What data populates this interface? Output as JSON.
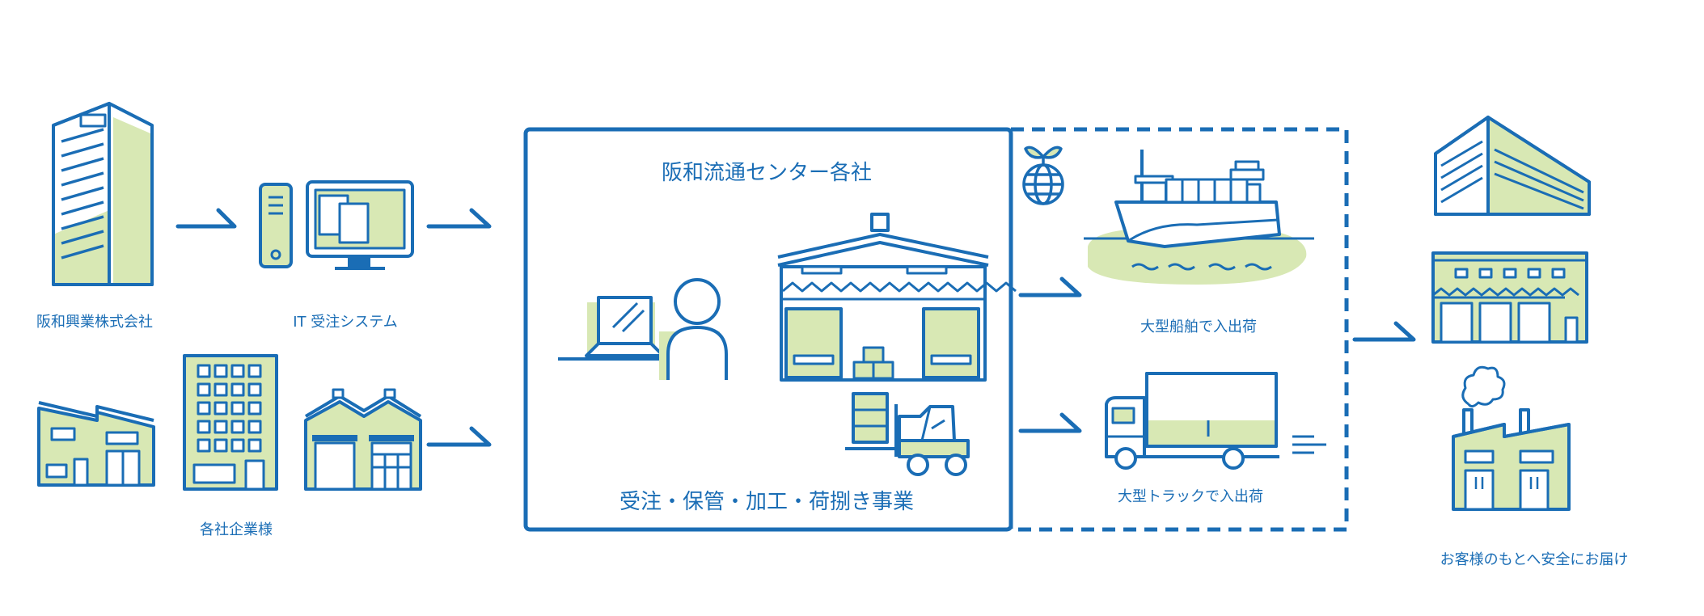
{
  "labels": {
    "hanwa_kogyo": "阪和興業株式会社",
    "it_system": "IT 受注システム",
    "client_companies": "各社企業様",
    "center_title": "阪和流通センター各社",
    "center_business": "受注・保管・加工・荷捌き事業",
    "ship_inbound": "大型船舶で入出荷",
    "truck_inbound": "大型トラックで入出荷",
    "delivery": "お客様のもとへ安全にお届け"
  },
  "colors": {
    "primary": "#1a6db5",
    "fill": "#d8e8b4",
    "background": "#ffffff"
  },
  "icons": [
    "office-tower-icon",
    "computer-icon",
    "factory-icon",
    "apartment-icon",
    "warehouse-icon",
    "person-laptop-icon",
    "forklift-icon",
    "globe-sprout-icon",
    "cargo-ship-icon",
    "truck-icon",
    "flow-arrow-icon",
    "delivery-warehouse-icon"
  ]
}
